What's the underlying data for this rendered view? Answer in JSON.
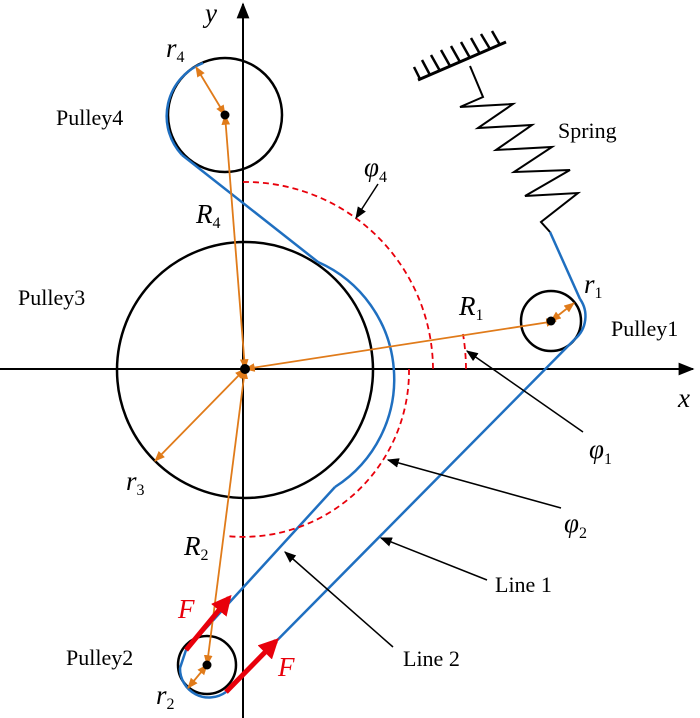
{
  "axes": {
    "x": "x",
    "y": "y"
  },
  "pulleys": [
    {
      "name": "Pulley1",
      "radius_symbol": "r",
      "radius_sub": "1",
      "distance_symbol": "R",
      "distance_sub": "1"
    },
    {
      "name": "Pulley2",
      "radius_symbol": "r",
      "radius_sub": "2",
      "distance_symbol": "R",
      "distance_sub": "2"
    },
    {
      "name": "Pulley3",
      "radius_symbol": "r",
      "radius_sub": "3"
    },
    {
      "name": "Pulley4",
      "radius_symbol": "r",
      "radius_sub": "4",
      "distance_symbol": "R",
      "distance_sub": "4"
    }
  ],
  "angles": [
    {
      "symbol": "φ",
      "sub": "1"
    },
    {
      "symbol": "φ",
      "sub": "2"
    },
    {
      "symbol": "φ",
      "sub": "4"
    }
  ],
  "lines": [
    "Line 1",
    "Line 2"
  ],
  "spring_label": "Spring",
  "force_label": "F",
  "colors": {
    "belt": "#1f6fc0",
    "radius_arrow": "#e07b1a",
    "angle_arc": "#e8000b",
    "force": "#e8000b",
    "outline": "#000000"
  }
}
